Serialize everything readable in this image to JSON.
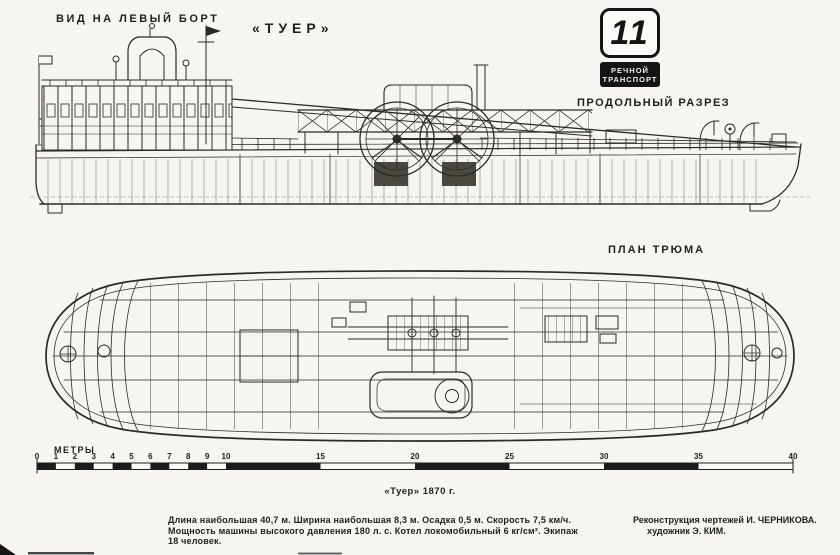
{
  "labels": {
    "side_view": "ВИД НА ЛЕВЫЙ БОРТ",
    "title": "«ТУЕР»",
    "longitudinal_section": "ПРОДОЛЬНЫЙ РАЗРЕЗ",
    "hold_plan": "ПЛАН ТРЮМА",
    "meters": "МЕТРЫ",
    "caption": "«Туер» 1870 г."
  },
  "badge": {
    "issue_number": "11",
    "series_line1": "РЕЧНОЙ",
    "series_line2": "ТРАНСПОРТ"
  },
  "specs": {
    "line1": "Длина наибольшая 40,7 м. Ширина наибольшая 8,3 м. Осадка 0,5 м. Скорость 7,5 км/ч.",
    "line2": "Мощность машины высокого давления 180 л. с. Котел локомобильный 6 кг/см². Экипаж",
    "line3": "18 человек."
  },
  "credits": {
    "line1": "Реконструкция чертежей И. ЧЕРНИКОВА.",
    "line2": "художник Э. КИМ."
  },
  "scale": {
    "tick_labels": [
      "0",
      "1",
      "2",
      "3",
      "4",
      "5",
      "6",
      "7",
      "8",
      "9",
      "10",
      "15",
      "20",
      "25",
      "30",
      "35",
      "40"
    ]
  }
}
